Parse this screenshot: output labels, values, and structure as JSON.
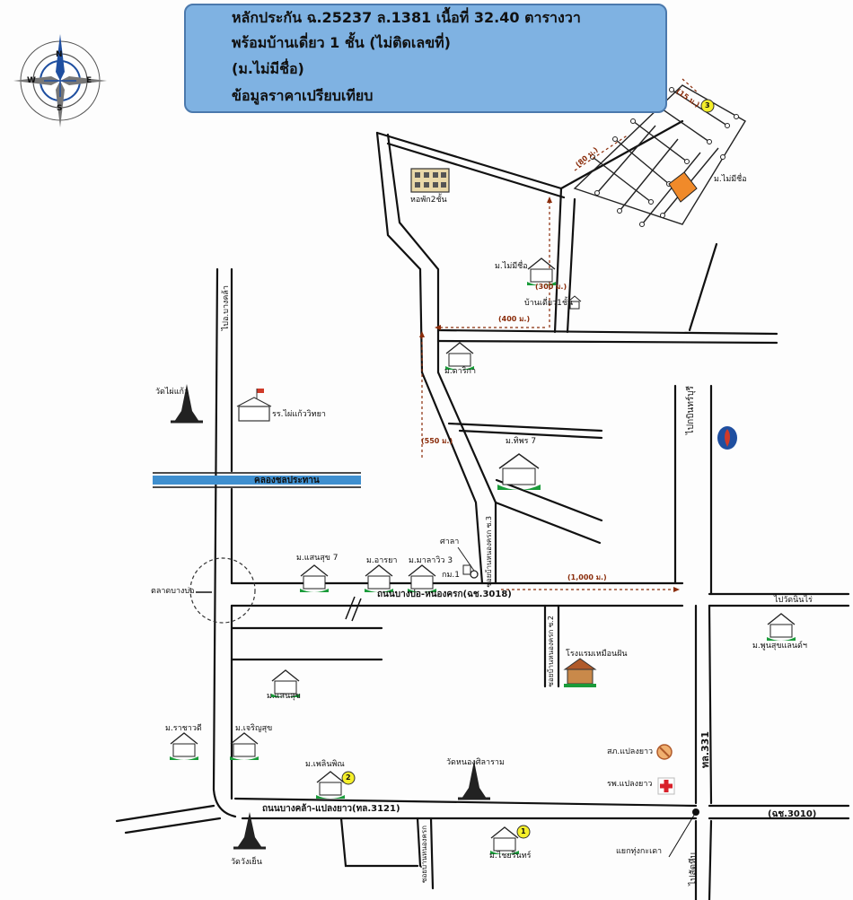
{
  "legend": {
    "line1": "หลักประกัน ฉ.25237 ล.1381 เนื้อที่ 32.40 ตารางวา",
    "line2": "พร้อมบ้านเดี่ยว 1 ชั้น (ไม่ติดเลขที่)",
    "line3": "(ม.ไม่มีชื่อ)",
    "line4": "ข้อมูลราคาเปรียบเทียบ",
    "collateral_color": "#f08a2a",
    "comparison_color": "#f5ef2a"
  },
  "compass": {
    "n": "N",
    "e": "E",
    "s": "S",
    "w": "W"
  },
  "roads": {
    "bangbo_nongkrok": "ถนนบางบ่อ-หนองครก(ฉช.3018)",
    "bangkla_plaengyao": "ถนนบางคล้า-แปลงยาว(ทล.3121)",
    "to_bangkla": "ไปอ.บางคล้า",
    "to_kabinburi": "ไปกบินทร์บุรี",
    "to_watnintrai": "ไปวัดนินไร่",
    "to_sattahip": "ไปสัตหีบ",
    "tl331": "ทล.331",
    "chs3010": "(ฉช.3010)",
    "soi_bannongkrok3": "ซอยบ้านหนองครก ซ.3",
    "soi_bannongkrok2": "ซอยบ้านหนองครก ซ.2",
    "soi_bannongkrok_lower": "ซอยบ้านหนองครก",
    "canal": "คลองชลประทาน",
    "junction": "แยกทุ่งกะเดา"
  },
  "places": {
    "dormitory": "หอพัก2ชั้น",
    "mai_mi_chue_top": "ม.ไม่มีชื่อ",
    "mai_mi_chue_mid": "ม.ไม่มีชื่อ",
    "single_house": "บ้านเดี่ยว1ชั้น",
    "darika": "ม.ดาริกา",
    "wat_phai_kaeo": "วัดไผ่แก้ว",
    "phai_kaeo_school": "รร.ไผ่แก้ววิทยา",
    "thitiporn7": "ม.ทิพร 7",
    "saensuk7": "ม.แสนสุข 7",
    "araya": "ม.อารยา",
    "malawi3": "ม.มาลาวิว 3",
    "sala": "ศาลา",
    "km1": "กม.1",
    "talat_bangbo": "ตลาดบางบ่อ",
    "phuksuk": "ม.พูนสุขแลนด์ฯ",
    "hotel": "โรงแรมเหมือนฝัน",
    "saensuk": "ม.แสนสุข",
    "rachawadee": "ม.ราชาวดี",
    "charoensuk": "ม.เจริญสุข",
    "phoenphin": "ม.เพลินพิณ",
    "wat_nong_sila": "วัดหนองศิลาราม",
    "police": "สภ.แปลงยาว",
    "hospital": "รพ.แปลงยาว",
    "wat_wang_yen": "วัดวังเย็น",
    "chaiyarin": "ม.ไชยรินทร์"
  },
  "distances": {
    "d15": "(15 ม.)",
    "d80": "(80 ม.)",
    "d300": "(300 ม.)",
    "d400": "(400 ม.)",
    "d550": "(550 ม.)",
    "d1000": "(1,000 ม.)"
  },
  "markers": {
    "m1": "1",
    "m2": "2",
    "m3": "3"
  },
  "colors": {
    "road": "#111111",
    "canal": "#3f8fcf",
    "arrow": "#8a2c0a",
    "house_grass": "#1a9b3a",
    "ptt_red": "#d03a28",
    "ptt_blue": "#1f4fa0"
  }
}
